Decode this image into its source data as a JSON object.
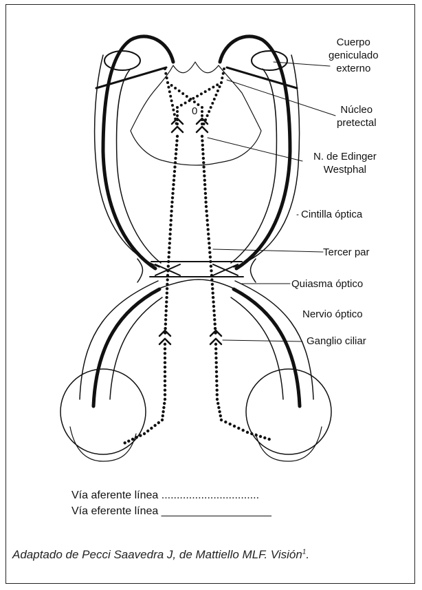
{
  "labels": {
    "cuerpo_geniculado": [
      "Cuerpo",
      "geniculado",
      "externo"
    ],
    "nucleo_pretectal": [
      "Núcleo",
      "pretectal"
    ],
    "edinger": [
      "N. de Edinger",
      "Westphal"
    ],
    "cintilla_optica": "Cintilla óptica",
    "tercer_par": "Tercer par",
    "quiasma_optico": "Quiasma óptico",
    "nervio_optico": "Nervio óptico",
    "ganglio_ciliar": "Ganglio ciliar",
    "mesencephalon_marker": "0"
  },
  "legend": {
    "afferent": "Vía aferente línea ................................",
    "efferent": "Vía eferente línea __________________"
  },
  "caption": {
    "text": "Adaptado de Pecci Saavedra J, de Mattiello MLF. Visión",
    "superscript": "1",
    "period": "."
  }
}
